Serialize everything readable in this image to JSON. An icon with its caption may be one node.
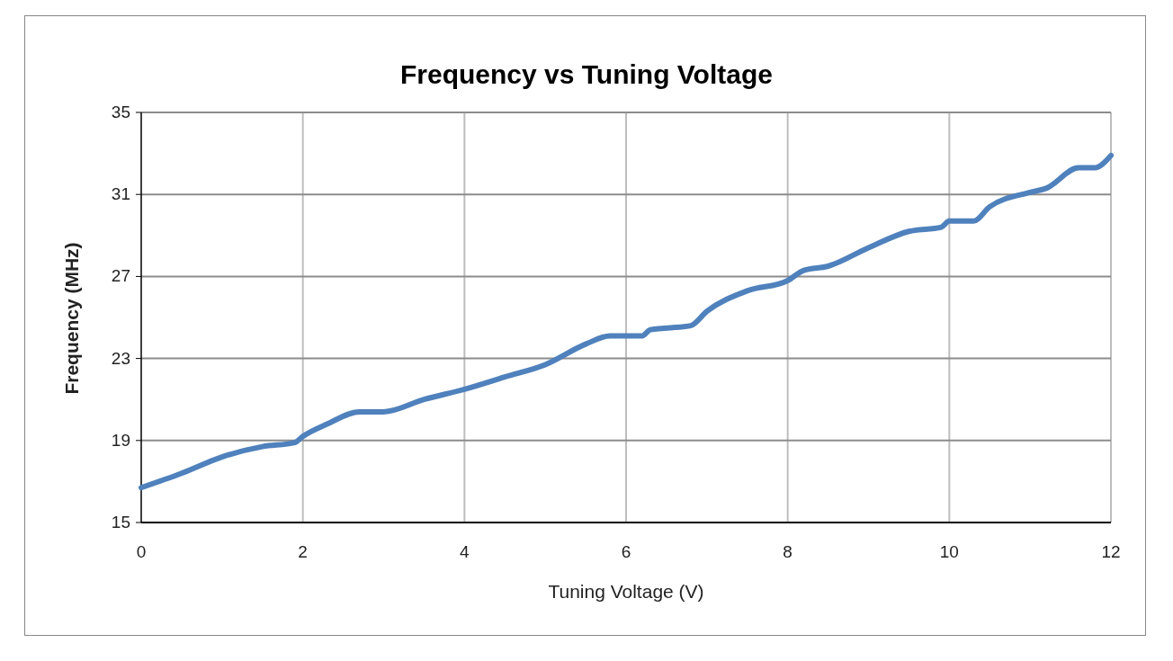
{
  "diagram": {
    "chart_data": {
      "type": "line",
      "title": "Frequency vs Tuning Voltage",
      "xlabel": "Tuning Voltage (V)",
      "ylabel": "Frequency (MHz)",
      "x": [
        0,
        0.5,
        1,
        1.5,
        1.9,
        2,
        2.3,
        2.7,
        3,
        3.5,
        4,
        4.5,
        5,
        5.5,
        5.8,
        6.2,
        6.3,
        6.8,
        7,
        7.5,
        8,
        8.2,
        8.5,
        9,
        9.5,
        9.9,
        10,
        10.3,
        10.5,
        11,
        11.2,
        11.6,
        11.8,
        12
      ],
      "series": [
        {
          "name": null,
          "color": "#4f81bd",
          "values": [
            16.7,
            17.4,
            18.2,
            18.7,
            18.9,
            19.2,
            19.8,
            20.4,
            20.4,
            21.0,
            21.5,
            22.1,
            22.7,
            23.7,
            24.1,
            24.1,
            24.4,
            24.6,
            25.3,
            26.3,
            26.8,
            27.3,
            27.5,
            28.4,
            29.2,
            29.4,
            29.7,
            29.7,
            30.4,
            31.1,
            31.3,
            32.3,
            32.3,
            32.9
          ]
        }
      ],
      "grid": true,
      "xlim": [
        0,
        12
      ],
      "ylim": [
        15,
        35
      ],
      "xticks": [
        0,
        2,
        4,
        6,
        8,
        10,
        12
      ],
      "yticks": [
        15,
        19,
        23,
        27,
        31,
        35
      ]
    }
  }
}
